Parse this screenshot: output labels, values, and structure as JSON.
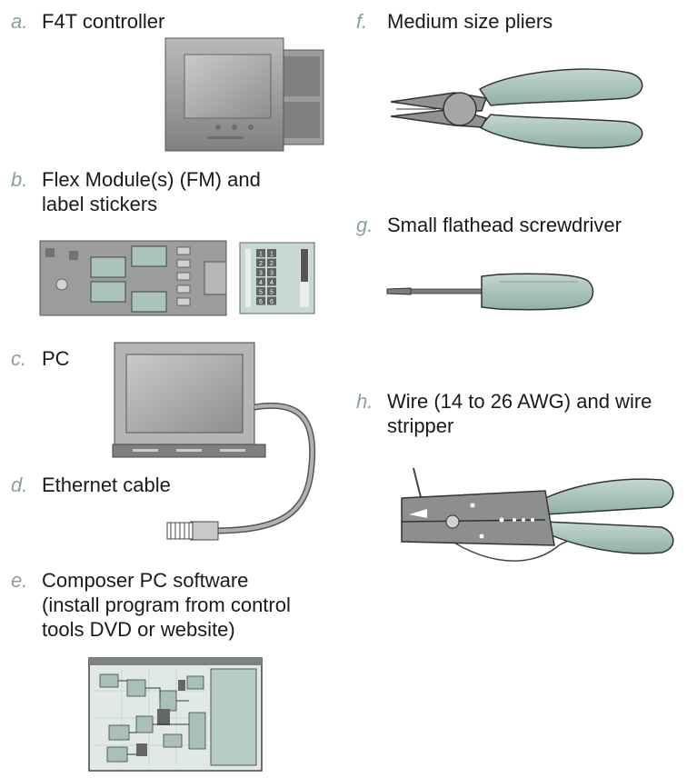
{
  "colors": {
    "accent_letter": "#8aa19b",
    "tool_green": "#9fbdb2",
    "metal_gray": "#8a8d90",
    "text": "#1a1a1a"
  },
  "items": [
    {
      "letter": "a.",
      "text": "F4T controller"
    },
    {
      "letter": "b.",
      "text": "Flex Module(s) (FM) and\nlabel stickers"
    },
    {
      "letter": "c.",
      "text": "PC"
    },
    {
      "letter": "d.",
      "text": "Ethernet cable"
    },
    {
      "letter": "e.",
      "text": "Composer PC software\n(install program from control\ntools DVD or website)"
    },
    {
      "letter": "f.",
      "text": "Medium size pliers"
    },
    {
      "letter": "g.",
      "text": "Small flathead screwdriver"
    },
    {
      "letter": "h.",
      "text": "Wire (14 to 26 AWG) and wire\nstripper"
    }
  ],
  "sticker_numbers": [
    "1",
    "2",
    "3",
    "4",
    "5",
    "6"
  ]
}
